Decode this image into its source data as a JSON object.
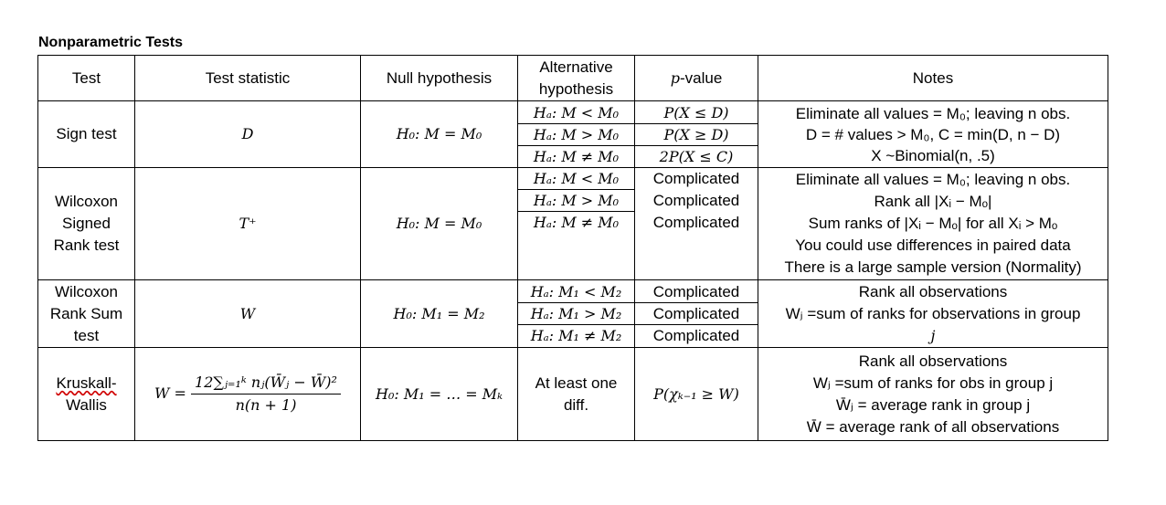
{
  "title": "Nonparametric Tests",
  "headers": {
    "test": "Test",
    "statistic": "Test statistic",
    "null": "Null hypothesis",
    "alt_line1": "Alternative",
    "alt_line2": "hypothesis",
    "pvalue_p": "p",
    "pvalue_rest": "-value",
    "notes": "Notes"
  },
  "rows": [
    {
      "test": [
        "Sign test"
      ],
      "statistic": "D",
      "null": "H₀: M = M₀",
      "alternatives": [
        "Hₐ: M < M₀",
        "Hₐ: M > M₀",
        "Hₐ: M ≠ M₀"
      ],
      "pvalues": [
        "P(X ≤ D)",
        "P(X ≥ D)",
        "2P(X ≤ C)"
      ],
      "notes": [
        "Eliminate all values = M₀; leaving n obs.",
        "D = # values > M₀, C = min(D, n − D)",
        "X ~Binomial(n, .5)"
      ]
    },
    {
      "test": [
        "Wilcoxon",
        "Signed",
        "Rank test"
      ],
      "statistic": "T⁺",
      "null": "H₀: M = M₀",
      "alternatives": [
        "Hₐ: M < M₀",
        "Hₐ: M > M₀",
        "Hₐ: M ≠ M₀"
      ],
      "pvalues": [
        "Complicated",
        "Complicated",
        "Complicated"
      ],
      "notes": [
        "Eliminate all values = M₀; leaving n obs.",
        "Rank all |Xᵢ − Mₒ|",
        "Sum ranks of |Xᵢ − Mₒ| for all Xᵢ > Mₒ",
        "You could use differences in paired data",
        "There is a large sample version (Normality)"
      ]
    },
    {
      "test": [
        "Wilcoxon",
        "Rank Sum",
        "test"
      ],
      "statistic": "W",
      "null": "H₀: M₁ = M₂",
      "alternatives": [
        "Hₐ: M₁ < M₂",
        "Hₐ: M₁ > M₂",
        "Hₐ: M₁ ≠ M₂"
      ],
      "pvalues": [
        "Complicated",
        "Complicated",
        "Complicated"
      ],
      "notes": [
        "Rank all observations",
        "Wⱼ =sum of ranks for observations in group",
        "j"
      ]
    },
    {
      "test": [
        "Kruskall-",
        "Wallis"
      ],
      "statistic_lhs": "W =",
      "statistic_num": "12∑ⱼ₌₁ᵏ nⱼ(W̄ⱼ − W̄)²",
      "statistic_den": "n(n + 1)",
      "null": "H₀: M₁ = … = Mₖ",
      "alternatives": [
        "At least one",
        "diff."
      ],
      "pvalues": [
        "P(χₖ₋₁ ≥ W)"
      ],
      "notes": [
        "Rank all observations",
        "Wⱼ =sum of ranks for obs in group j",
        "W̄ⱼ = average rank in group j",
        "W̄ = average rank of all observations"
      ]
    }
  ]
}
